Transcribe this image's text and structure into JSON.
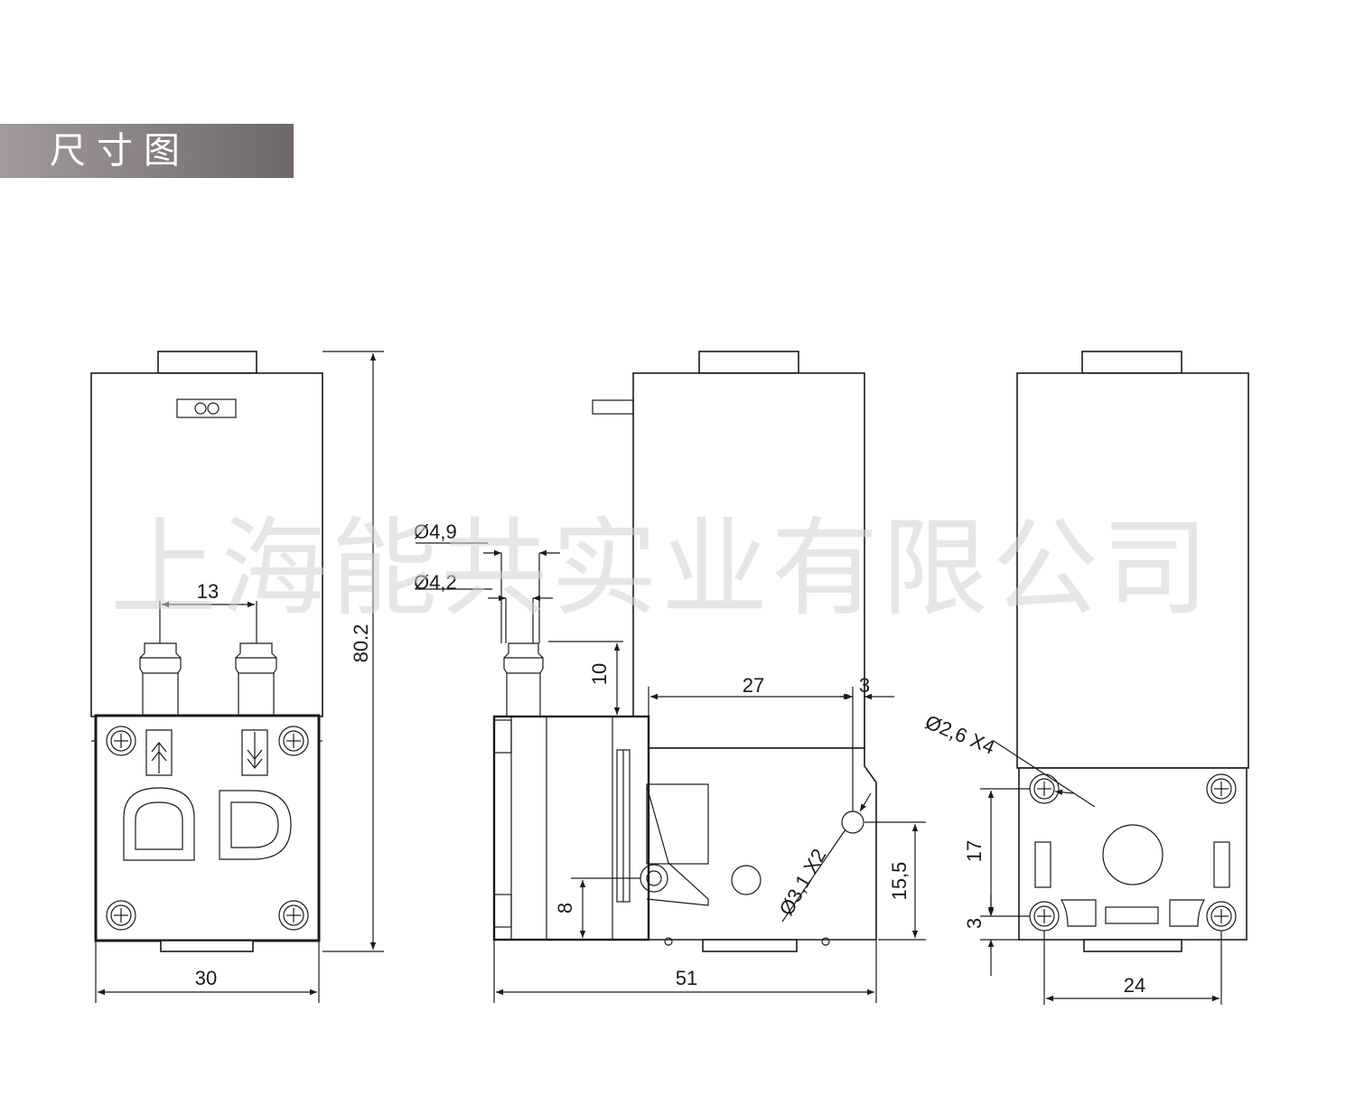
{
  "header": {
    "title": "尺寸图"
  },
  "watermark": {
    "text": "上海能共实业有限公司"
  },
  "dimensions": {
    "front_width": "30",
    "front_port_spacing": "13",
    "height": "80.2",
    "port_outer_diameter": "Ø4,9",
    "port_inner_diameter": "Ø4,2",
    "port_length": "10",
    "bracket_length": "27",
    "bracket_thickness": "3",
    "side_hole_diameter": "Ø3,1 X2",
    "side_hole_height": "15,5",
    "side_bottom_offset": "8",
    "side_total_length": "51",
    "mount_hole_diameter": "Ø2,6 X4",
    "mount_hole_vertical": "17",
    "mount_hole_bottom": "3",
    "mount_hole_horizontal": "24"
  }
}
